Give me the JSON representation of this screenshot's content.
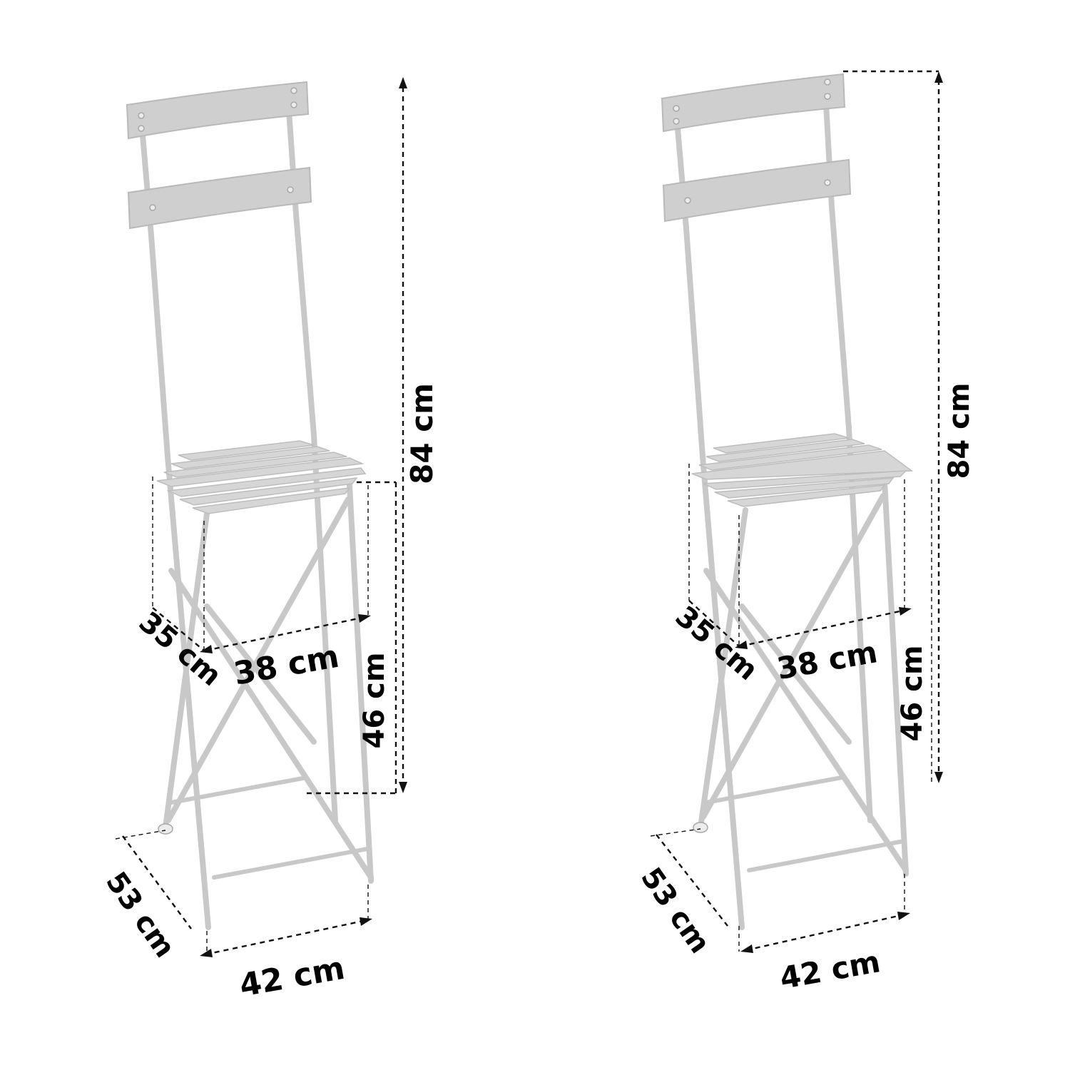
{
  "palette": {
    "frame": "#c8c8c8",
    "slat": "#cfcfcf",
    "dimension_line": "#111111",
    "label": "#000000",
    "background": "#ffffff"
  },
  "views": [
    {
      "id": "chair-view-left",
      "dimensions": {
        "total_height": "84 cm",
        "seat_height": "46 cm",
        "seat_width": "38 cm",
        "seat_depth": "35 cm",
        "base_depth": "53 cm",
        "base_width": "42 cm"
      }
    },
    {
      "id": "chair-view-right",
      "dimensions": {
        "total_height": "84 cm",
        "seat_height": "46 cm",
        "seat_width": "38 cm",
        "seat_depth": "35 cm",
        "base_depth": "53 cm",
        "base_width": "42 cm"
      }
    }
  ]
}
